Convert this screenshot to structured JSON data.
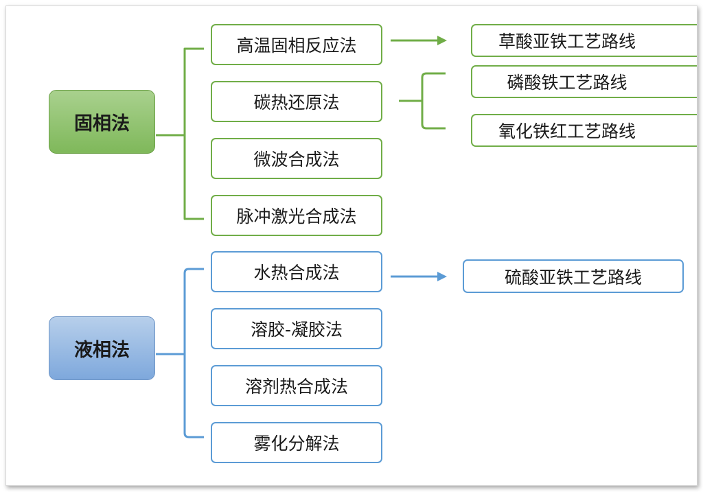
{
  "solid_group": {
    "label": "固相法",
    "methods": [
      "高温固相反应法",
      "碳热还原法",
      "微波合成法",
      "脉冲激光合成法"
    ],
    "high_temp_routes": [
      "草酸亚铁工艺路线"
    ],
    "carbothermal_routes": [
      "磷酸铁工艺路线",
      "氧化铁红工艺路线"
    ]
  },
  "liquid_group": {
    "label": "液相法",
    "methods": [
      "水热合成法",
      "溶胶-凝胶法",
      "溶剂热合成法",
      "雾化分解法"
    ],
    "hydrothermal_routes": [
      "硫酸亚铁工艺路线"
    ]
  },
  "colors": {
    "solid_accent": "#70ad47",
    "liquid_accent": "#5b9bd5",
    "solid_fill": "#a9d18e",
    "liquid_fill": "#9dbfe6"
  }
}
